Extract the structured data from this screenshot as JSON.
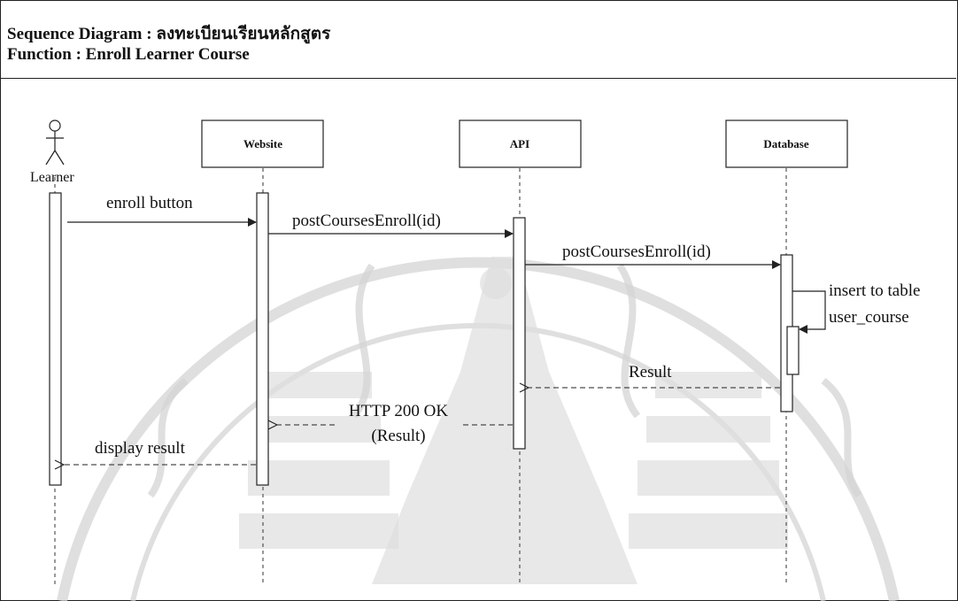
{
  "header": {
    "title": "Sequence Diagram : ลงทะเบียนเรียนหลักสูตร",
    "function": "Function : Enroll Learner Course"
  },
  "participants": {
    "actor": "Learner",
    "website": "Website",
    "api": "API",
    "database": "Database"
  },
  "messages": {
    "enroll_button": "enroll button",
    "post_to_api": "postCoursesEnroll(id)",
    "post_to_db": "postCoursesEnroll(id)",
    "self_call_line1": "insert to table",
    "self_call_line2": "user_course",
    "result": "Result",
    "http_ok_line1": "HTTP 200 OK",
    "http_ok_line2": "(Result)",
    "display_result": "display result"
  },
  "colors": {
    "line": "#222222",
    "watermark": "#d4d4d4",
    "background": "#ffffff"
  }
}
